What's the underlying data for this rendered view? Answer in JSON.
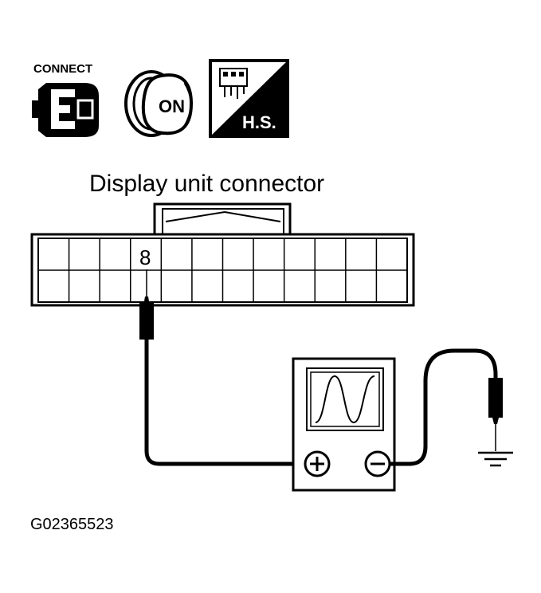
{
  "icons": {
    "connect_label": "CONNECT",
    "ignition_label": "ON",
    "harness_label": "H.S."
  },
  "connector": {
    "title": "Display unit connector",
    "pin_label": "8"
  },
  "figure_id": "G02365523",
  "colors": {
    "line": "#000000",
    "background": "#ffffff"
  }
}
